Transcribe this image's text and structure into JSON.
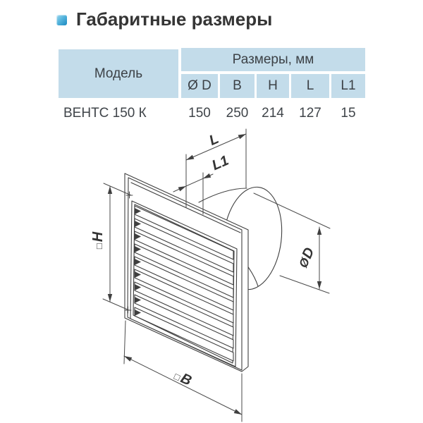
{
  "header": {
    "title": "Габаритные размеры",
    "icon": "blue-gradient-square-bullet"
  },
  "colors": {
    "accent_blue": "#1b89c0",
    "table_cell_bg": "#c3dcea",
    "drawing_line": "#3f3f3f",
    "text": "#3c4146"
  },
  "table": {
    "model_header": "Модель",
    "dimensions_header": "Размеры, мм",
    "columns": [
      "Ø D",
      "B",
      "H",
      "L",
      "L1"
    ],
    "rows": [
      {
        "model": "ВЕНТС 150 К",
        "values": [
          "150",
          "250",
          "214",
          "127",
          "15"
        ]
      }
    ]
  },
  "drawing": {
    "description": "isometric-fan-with-dimension-lines",
    "labels": {
      "l": "L",
      "l1": "L1",
      "h_symbol": "□",
      "h_letter": "H",
      "d_symbol": "Ø",
      "d_letter": "D",
      "b_symbol": "□",
      "b_letter": "B"
    }
  }
}
